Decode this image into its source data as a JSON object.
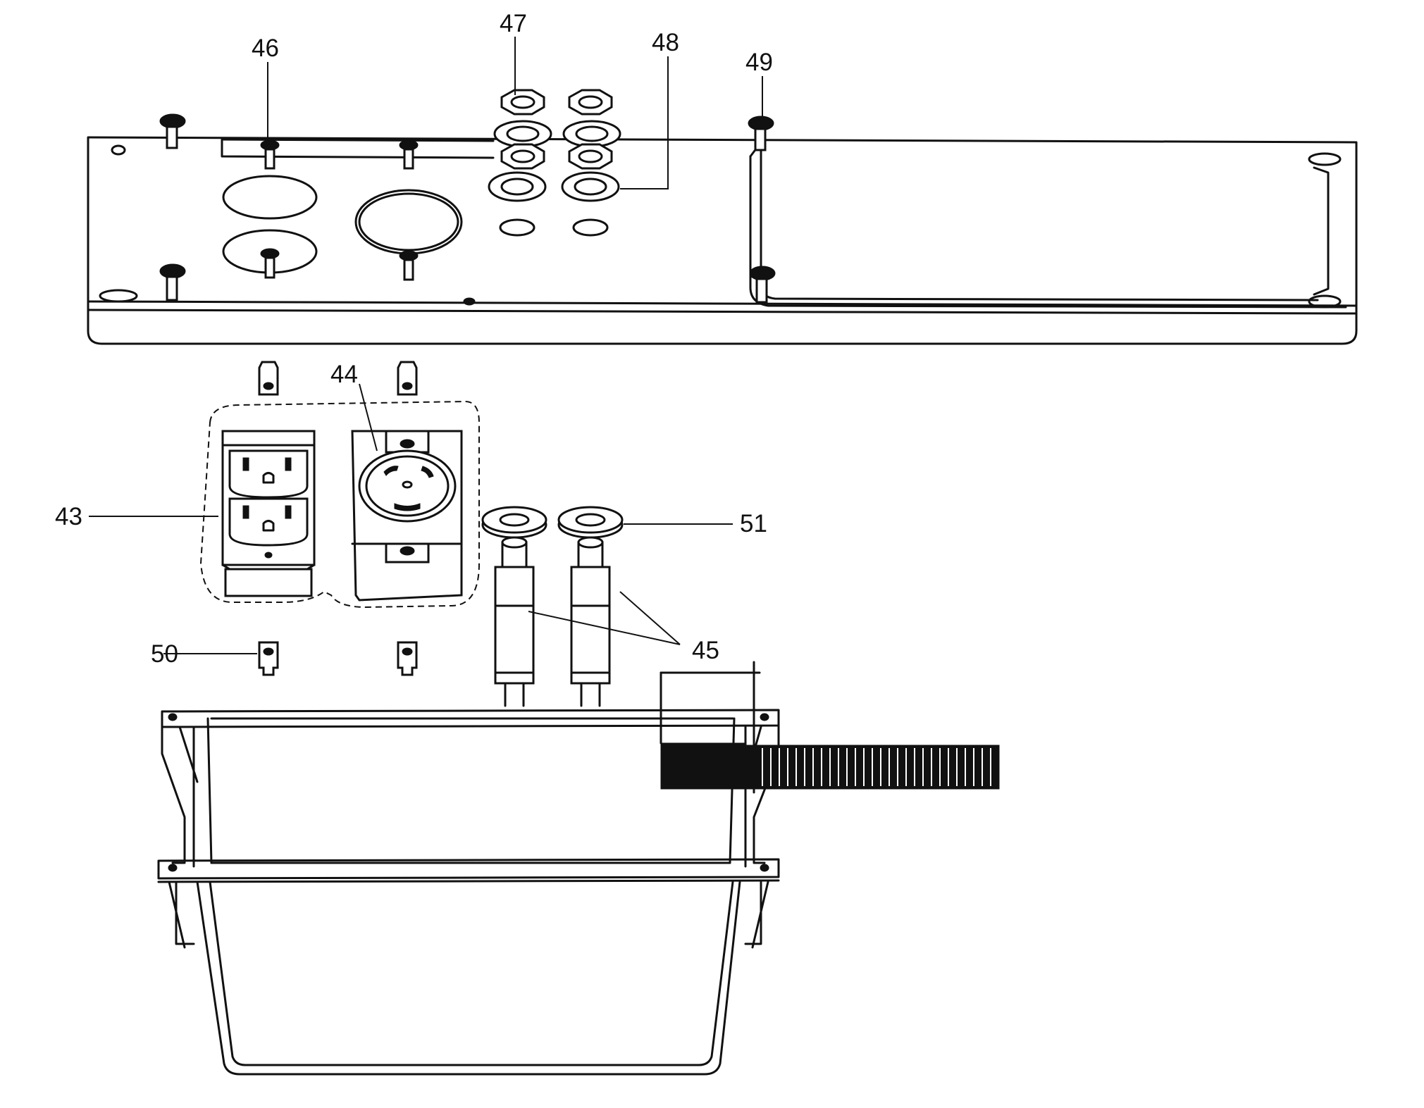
{
  "callouts": [
    {
      "id": "43",
      "text": "43"
    },
    {
      "id": "44",
      "text": "44"
    },
    {
      "id": "45",
      "text": "45"
    },
    {
      "id": "46",
      "text": "46"
    },
    {
      "id": "47",
      "text": "47"
    },
    {
      "id": "48",
      "text": "48"
    },
    {
      "id": "49",
      "text": "49"
    },
    {
      "id": "50",
      "text": "50"
    },
    {
      "id": "51",
      "text": "51"
    }
  ]
}
